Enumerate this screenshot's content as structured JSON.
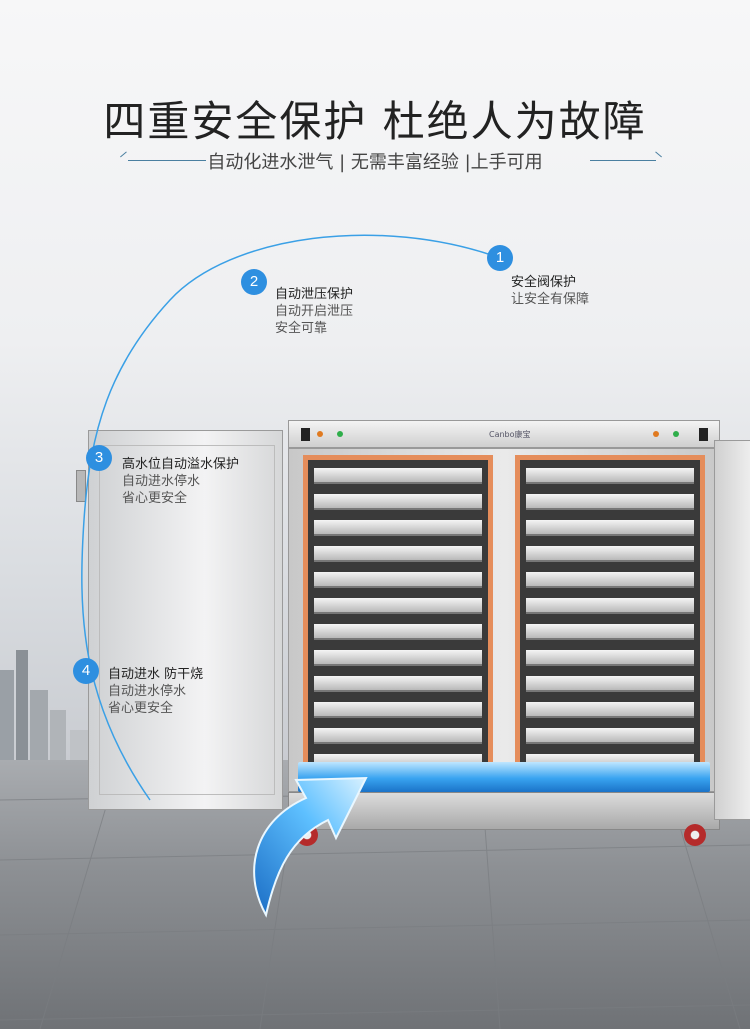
{
  "header": {
    "title": "四重安全保护 杜绝人为故障",
    "subtitle": "自动化进水泄气 | 无需丰富经验 |上手可用"
  },
  "features": [
    {
      "num": "1",
      "title": "安全阀保护",
      "desc": [
        "让安全有保障"
      ]
    },
    {
      "num": "2",
      "title": "自动泄压保护",
      "desc": [
        "自动开启泄压",
        "安全可靠"
      ]
    },
    {
      "num": "3",
      "title": "高水位自动溢水保护",
      "desc": [
        "自动进水停水",
        "省心更安全"
      ]
    },
    {
      "num": "4",
      "title": "自动进水 防干烧",
      "desc": [
        "自动进水停水",
        "省心更安全"
      ]
    }
  ],
  "product": {
    "brand_logo": "Canbo康宝"
  },
  "colors": {
    "accent": "#2e8fe0",
    "seal": "#e58d5b",
    "water": "#38a3f0"
  },
  "icons": [
    "numbered-badge",
    "water-arrow-icon"
  ]
}
